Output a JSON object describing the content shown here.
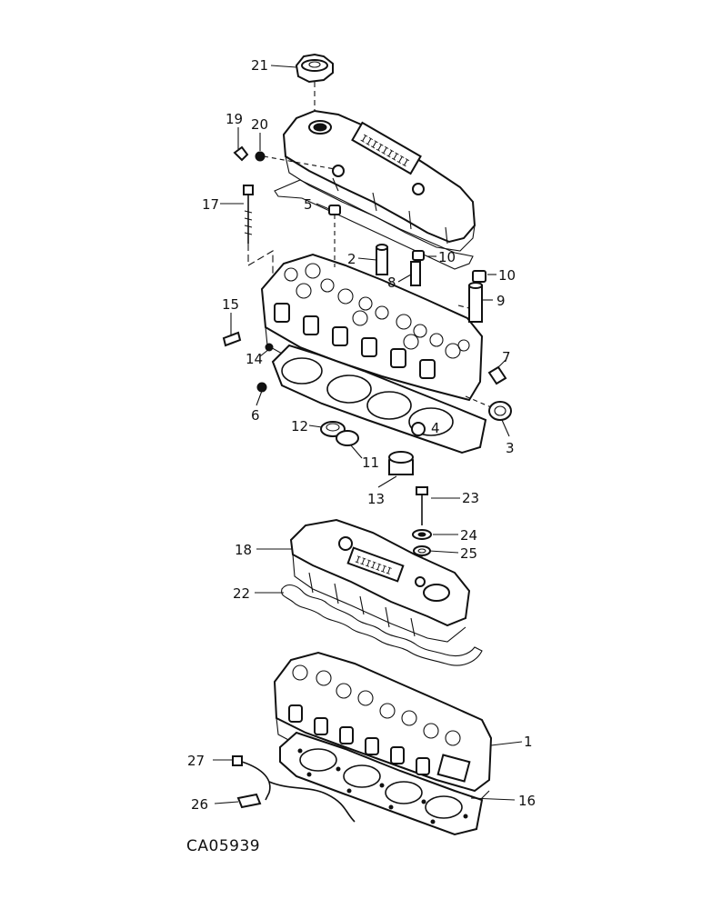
{
  "diagram_id": "CA05939",
  "callouts": [
    {
      "id": "c21",
      "label": "21"
    },
    {
      "id": "c19",
      "label": "19"
    },
    {
      "id": "c20",
      "label": "20"
    },
    {
      "id": "c17",
      "label": "17"
    },
    {
      "id": "c5",
      "label": "5"
    },
    {
      "id": "c2",
      "label": "2"
    },
    {
      "id": "c10a",
      "label": "10"
    },
    {
      "id": "c10b",
      "label": "10"
    },
    {
      "id": "c8",
      "label": "8"
    },
    {
      "id": "c9",
      "label": "9"
    },
    {
      "id": "c15",
      "label": "15"
    },
    {
      "id": "c14",
      "label": "14"
    },
    {
      "id": "c7",
      "label": "7"
    },
    {
      "id": "c6",
      "label": "6"
    },
    {
      "id": "c12",
      "label": "12"
    },
    {
      "id": "c4",
      "label": "4"
    },
    {
      "id": "c3",
      "label": "3"
    },
    {
      "id": "c11",
      "label": "11"
    },
    {
      "id": "c13",
      "label": "13"
    },
    {
      "id": "c23",
      "label": "23"
    },
    {
      "id": "c24",
      "label": "24"
    },
    {
      "id": "c18",
      "label": "18"
    },
    {
      "id": "c25",
      "label": "25"
    },
    {
      "id": "c22",
      "label": "22"
    },
    {
      "id": "c1",
      "label": "1"
    },
    {
      "id": "c27",
      "label": "27"
    },
    {
      "id": "c16",
      "label": "16"
    },
    {
      "id": "c26",
      "label": "26"
    }
  ]
}
